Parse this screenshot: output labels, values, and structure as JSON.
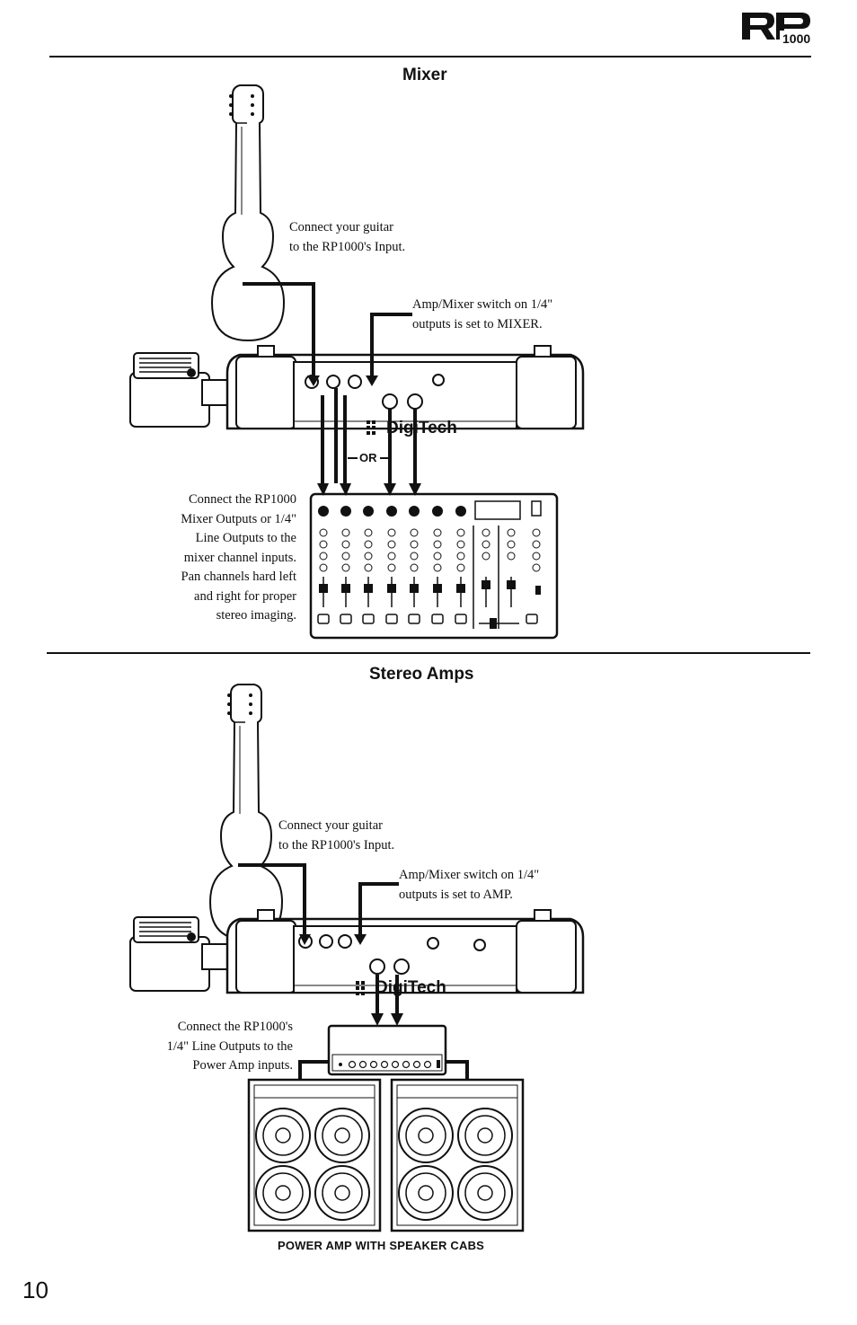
{
  "header": {
    "logo_text": "RP1000"
  },
  "sections": {
    "mixer": {
      "title": "Mixer",
      "guitar_caption": "Connect your guitar\nto the RP1000's Input.",
      "switch_caption": "Amp/Mixer switch on 1/4\"\noutputs is set to MIXER.",
      "or_label": "OR",
      "mixer_caption": "Connect the RP1000\nMixer Outputs or 1/4\"\nLine Outputs to the\nmixer channel inputs.\nPan channels hard left\nand right for proper\nstereo imaging."
    },
    "stereo_amps": {
      "title": "Stereo Amps",
      "guitar_caption": "Connect your guitar\nto the RP1000's Input.",
      "switch_caption": "Amp/Mixer switch on 1/4\"\noutputs is set to AMP.",
      "power_amp_caption": "Connect the RP1000's\n1/4\" Line Outputs to the\nPower Amp inputs.",
      "bottom_label": "POWER AMP WITH SPEAKER CABS"
    }
  },
  "device_brand": "DigiTech",
  "page_number": "10"
}
